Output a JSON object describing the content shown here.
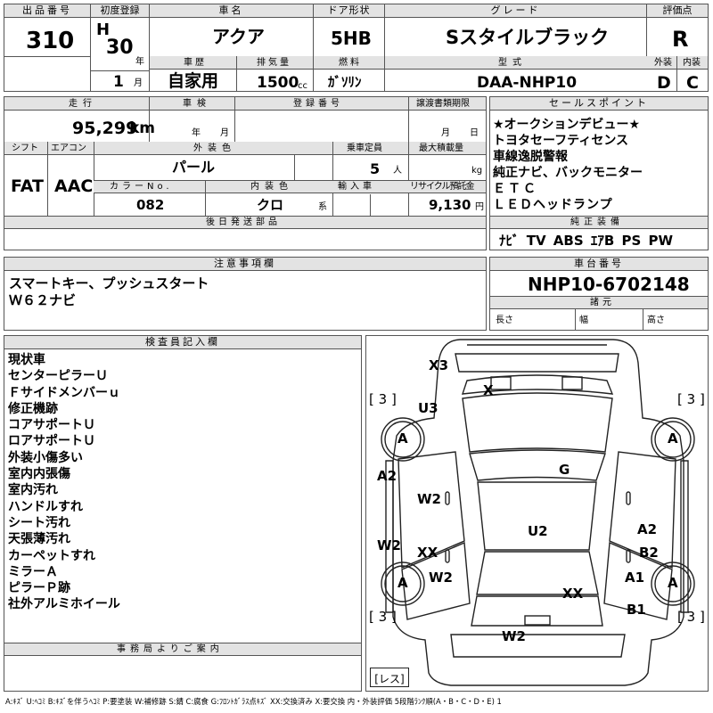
{
  "lot": {
    "label": "出品番号",
    "value": "310"
  },
  "first_reg": {
    "label": "初度登録",
    "era": "H",
    "year": "30",
    "year_unit": "年",
    "month": "1",
    "month_unit": "月"
  },
  "car_name": {
    "label": "車名",
    "value": "アクア"
  },
  "door": {
    "label": "ドア形状",
    "value": "5HB"
  },
  "grade": {
    "label": "グレード",
    "value": "Sスタイルブラック"
  },
  "score": {
    "label": "評価点",
    "value": "R",
    "ext_label": "外装",
    "int_label": "内装",
    "ext_value": "D",
    "int_value": "C"
  },
  "history": {
    "label": "車歴",
    "value": "自家用"
  },
  "displacement": {
    "label": "排気量",
    "value": "1500",
    "unit": "cc"
  },
  "fuel": {
    "label": "燃料",
    "value": "ｶﾞｿﾘﾝ"
  },
  "model_code": {
    "label": "型式",
    "value": "DAA-NHP10"
  },
  "mileage": {
    "label": "走行",
    "value": "95,299",
    "unit": "km"
  },
  "inspection": {
    "label": "車検",
    "year_unit": "年",
    "month_unit": "月"
  },
  "registration": {
    "label": "登録番号"
  },
  "transfer": {
    "label": "譲渡書類期限",
    "month_unit": "月",
    "day_unit": "日"
  },
  "shift": {
    "label": "シフト",
    "value": "FAT"
  },
  "aircon": {
    "label": "エアコン",
    "value": "AAC"
  },
  "exterior_color": {
    "label": "外装色",
    "value": "パール"
  },
  "capacity": {
    "label": "乗車定員",
    "value": "5",
    "unit": "人"
  },
  "max_load": {
    "label": "最大積載量",
    "unit": "kg"
  },
  "color_no": {
    "label": "カラーNo.",
    "value": "082"
  },
  "interior_color": {
    "label": "内装色",
    "value": "クロ",
    "unit": "系"
  },
  "import": {
    "label": "輸入車"
  },
  "recycle": {
    "label": "リサイクル預託金",
    "value": "9,130",
    "unit": "円"
  },
  "later_parts": {
    "label": "後日発送部品"
  },
  "sales_points": {
    "label": "セールスポイント",
    "items": [
      "★オークションデビュー★",
      "トヨタセーフティセンス",
      "車線逸脱警報",
      "純正ナビ、バックモニター",
      "ＥＴＣ",
      "ＬＥＤヘッドランプ"
    ]
  },
  "genuine_equipment": {
    "label": "純正装備",
    "value": "ﾅﾋﾞ TV ABS ｴｱB PS PW"
  },
  "notes": {
    "label": "注意事項欄",
    "lines": [
      "スマートキー、プッシュスタート",
      "Ｗ６２ナビ"
    ]
  },
  "chassis": {
    "label": "車台番号",
    "value": "NHP10-6702148"
  },
  "specs": {
    "label": "諸元",
    "length": "長さ",
    "width": "幅",
    "height": "高さ"
  },
  "inspector": {
    "label": "検査員記入欄",
    "items": [
      "現状車",
      "センターピラーＵ",
      "Ｆサイドメンバーｕ",
      "修正機跡",
      "コアサポートＵ",
      "ロアサポートＵ",
      "外装小傷多い",
      "室内内張傷",
      "室内汚れ",
      "ハンドルすれ",
      "シート汚れ",
      "天張薄汚れ",
      "カーペットすれ",
      "ミラーＡ",
      "ピラーＰ跡",
      "社外アルミホイール"
    ]
  },
  "office": {
    "label": "事務局よりご案内"
  },
  "diagram": {
    "tire_fl": "3",
    "tire_fr": "3",
    "tire_rl": "3",
    "tire_rr": "3",
    "wheel": "A",
    "marks": {
      "x3": "X3",
      "x_front": "X",
      "u3": "U3",
      "g": "G",
      "a2_left": "A2",
      "w2_left_upper": "W2",
      "w2_left_side": "W2",
      "xx_left": "XX",
      "u2": "U2",
      "a2_right": "A2",
      "b2": "B2",
      "w2_left_lower": "W2",
      "a1": "A1",
      "xx_rear": "XX",
      "b1": "B1",
      "w2_rear": "W2"
    },
    "spare_label": "レス"
  },
  "legend": "A:ｷｽﾞ U:ﾍｺﾐ B:ｷｽﾞを伴うﾍｺﾐ P:要塗装 W:補修跡 S:錆 C:腐食 G:ﾌﾛﾝﾄｶﾞﾗｽ点ｷｽﾞ XX:交換済み X:要交換 内・外装評価 5段階ﾗﾝｸ順(A・B・C・D・E) 1"
}
